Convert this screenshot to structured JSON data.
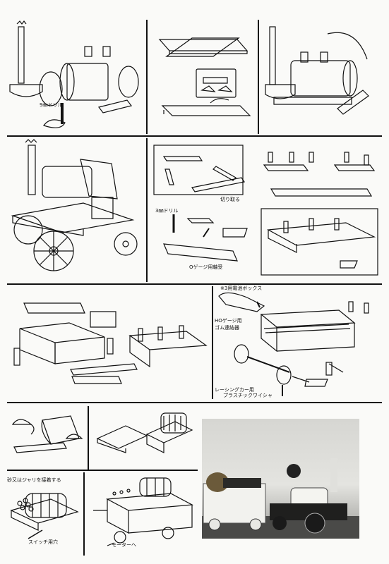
{
  "labels": {
    "drill_9mm": "9㎜ドリル",
    "drill_3mm": "3㎜ドリル",
    "cut_off": "切り取る",
    "o_gauge_axle": "Oゲージ用軸受",
    "box_3": "※3用電池ボックス",
    "ho_gauge": "HOゲージ用",
    "rubber_connector": "ゴム連結器",
    "racing_car": "レーシングカー用",
    "plastic_washer": "プラスチックワイシャ",
    "sand_gravel": "砂又はジャリを接着する",
    "switch_hole": "スイッチ用穴",
    "to_motor": "モーターへ"
  }
}
